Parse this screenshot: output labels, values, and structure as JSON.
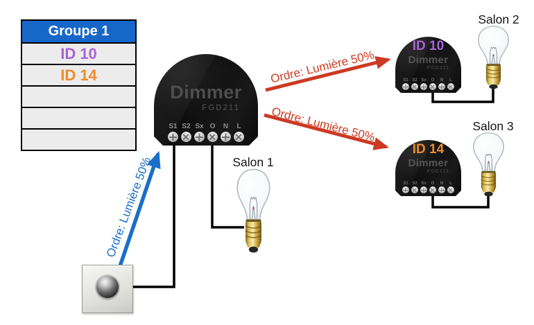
{
  "colors": {
    "table_header_bg": "#1767c8",
    "id10_purple": "#a763d9",
    "id14_orange": "#ef8b2a",
    "command_red": "#cc3a23",
    "command_blue": "#1a6fc7",
    "wire_black": "#000000"
  },
  "group_table": {
    "header": "Groupe 1",
    "rows": [
      {
        "label": "ID 10"
      },
      {
        "label": "ID 14"
      },
      {
        "label": ""
      },
      {
        "label": ""
      },
      {
        "label": ""
      }
    ]
  },
  "modules": {
    "main": {
      "brand": "Dimmer",
      "model": "FGD211",
      "terminals": [
        "S1",
        "S2",
        "Sx",
        "O",
        "N",
        "L"
      ]
    },
    "salon2": {
      "id_label": "ID 10",
      "brand": "Dimmer",
      "model": "FGD211",
      "terminals": [
        "S1",
        "S2",
        "Sx",
        "O",
        "N",
        "L"
      ]
    },
    "salon3": {
      "id_label": "ID 14",
      "brand": "Dimmer",
      "model": "FGD211",
      "terminals": [
        "S1",
        "S2",
        "Sx",
        "O",
        "N",
        "L"
      ]
    }
  },
  "rooms": {
    "salon1": "Salon 1",
    "salon2": "Salon 2",
    "salon3": "Salon 3"
  },
  "commands": {
    "switch_to_main": "Ordre: Lumière 50%",
    "main_to_salon2": "Ordre: Lumière 50%",
    "main_to_salon3": "Ordre: Lumière 50%"
  }
}
